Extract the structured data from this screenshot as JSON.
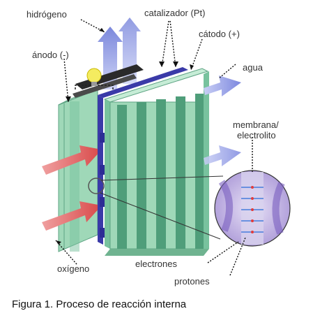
{
  "labels": {
    "hidrogeno": "hidrógeno",
    "catalizador": "catalizador (Pt)",
    "catodo": "cátodo (+)",
    "anodo": "ánodo (-)",
    "agua": "agua",
    "membrana_line1": "membrana/",
    "membrana_line2": "electrolito",
    "electrones": "electrones",
    "protones": "protones",
    "oxigeno": "oxígeno"
  },
  "caption": "Figura 1. Proceso de reacción interna",
  "colors": {
    "plate_green": "#9fd8b8",
    "plate_dark": "#4f9e7a",
    "membrane_blue": "#3a3aa8",
    "arrow_red": "#e06a6a",
    "arrow_blue": "#9aa6e6",
    "bulb_yellow": "#f4ec60",
    "inset_purple": "#b6a7dc"
  },
  "icons": {
    "bulb": "light-bulb-icon"
  }
}
